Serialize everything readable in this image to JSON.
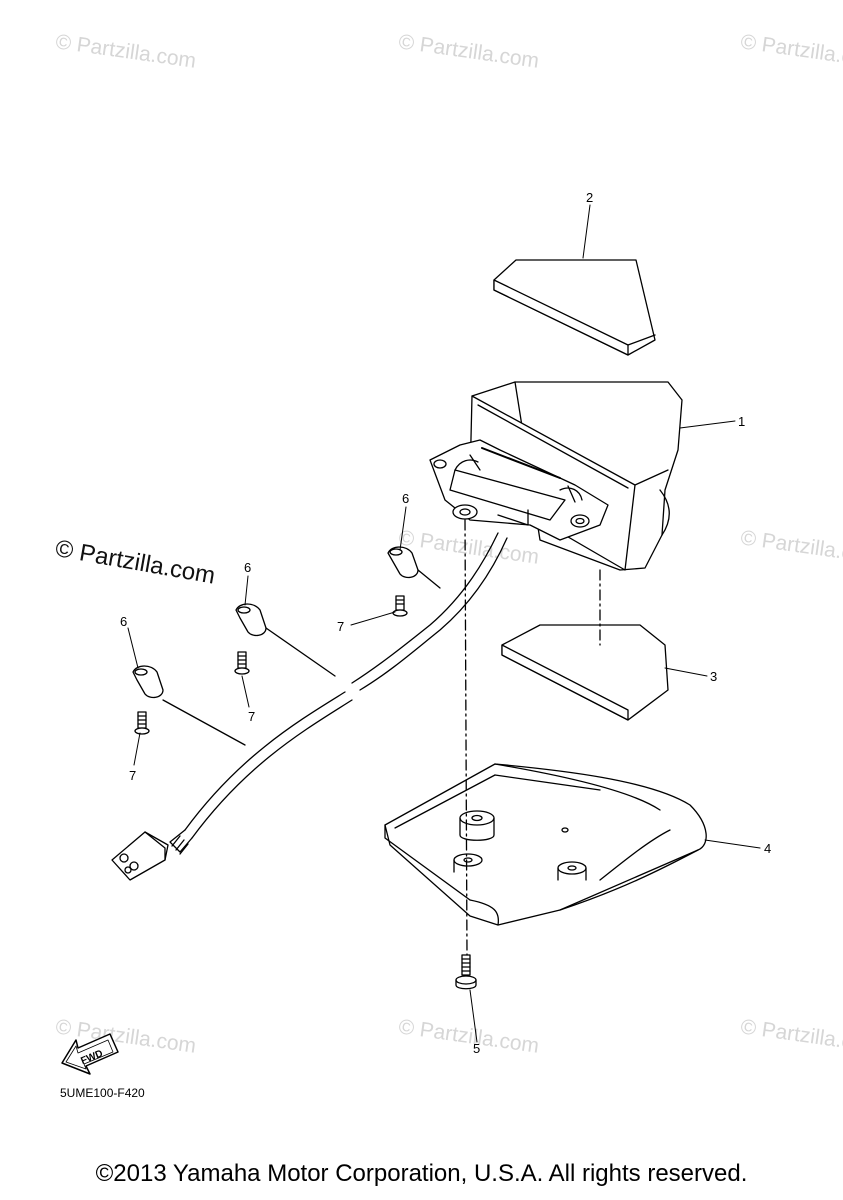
{
  "watermark": {
    "text": "© Partzilla.com",
    "faint_text": "© Partzilla.com"
  },
  "callouts": {
    "c1": "1",
    "c2": "2",
    "c3": "3",
    "c4": "4",
    "c5": "5",
    "c6a": "6",
    "c6b": "6",
    "c6c": "6",
    "c7a": "7",
    "c7b": "7",
    "c7c": "7"
  },
  "fwd_label": "FWD",
  "diagram_code": "5UME100-F420",
  "copyright": "©2013 Yamaha Motor Corporation, U.S.A. All rights reserved."
}
